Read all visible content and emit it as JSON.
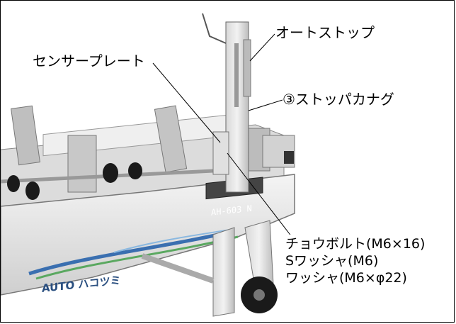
{
  "labels": {
    "auto_stop": "オートストップ",
    "sensor_plate": "センサープレート",
    "stopper_fitting": "③ストッパカナグ",
    "bolt": "チョウボルト(M6×16)",
    "s_washer": "Sワッシャ(M6)",
    "washer": "ワッシャ(M6×φ22)"
  },
  "machine": {
    "model_plate": "AH-603 N",
    "brand": "AUTO ハコツミ"
  },
  "colors": {
    "body": "#e9e9e9",
    "frame": "#cfcfcf",
    "stripe_blue": "#3a6fb0",
    "stripe_green": "#5aa860",
    "roller": "#1a1a1a"
  }
}
